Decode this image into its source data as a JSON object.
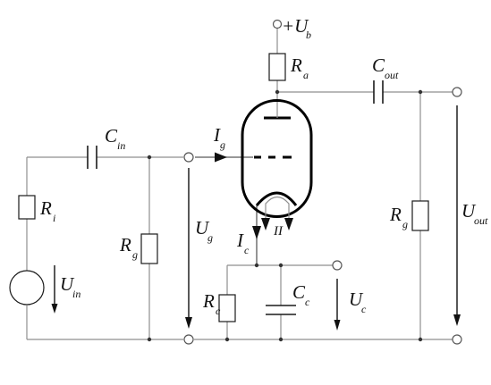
{
  "labels": {
    "ub": {
      "main": "+U",
      "sub": "b"
    },
    "ra": {
      "main": "R",
      "sub": "a"
    },
    "cout": {
      "main": "C",
      "sub": "out"
    },
    "cin": {
      "main": "C",
      "sub": "in"
    },
    "ig": {
      "main": "I",
      "sub": "g"
    },
    "ri": {
      "main": "R",
      "sub": "i"
    },
    "rg_in": {
      "main": "R",
      "sub": "g"
    },
    "ug": {
      "main": "U",
      "sub": "g"
    },
    "uin": {
      "main": "U",
      "sub": "in"
    },
    "ic": {
      "main": "I",
      "sub": "c"
    },
    "ia": {
      "main": "I",
      "sub": ""
    },
    "rg_out": {
      "main": "R",
      "sub": "g"
    },
    "uout": {
      "main": "U",
      "sub": "out"
    },
    "rc": {
      "main": "R",
      "sub": "c"
    },
    "cc": {
      "main": "C",
      "sub": "c"
    },
    "uc": {
      "main": "U",
      "sub": "c"
    }
  }
}
